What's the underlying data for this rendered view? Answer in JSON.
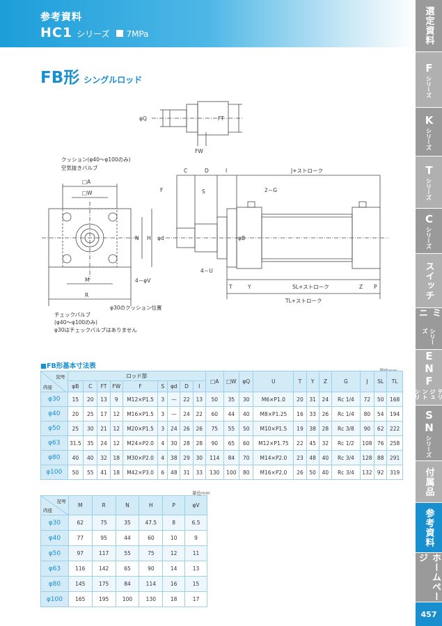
{
  "header": {
    "reference": "参考資料",
    "series": "HC1",
    "series_suffix": "シリーズ",
    "pressure": "7MPa"
  },
  "section": {
    "title": "FB形",
    "subtitle": "シングルロッド"
  },
  "drawing": {
    "top": {
      "q": "φQ",
      "ft": "FT",
      "fw": "FW"
    },
    "notes": {
      "cushion": "クッション(φ40～φ100のみ)",
      "air_bleed": "空気抜きバルブ",
      "check_valve": "チェックバルブ",
      "check_valve_range": "(φ40～φ100のみ)",
      "phi30_note": "φ30はチェックバルブはありません",
      "cushion_pos": "φ30のクッション位置"
    },
    "dims": {
      "a": "□A",
      "w": "□W",
      "n": "N",
      "h": "H",
      "m": "M",
      "r": "R",
      "v": "4－φV",
      "c": "C",
      "d": "D",
      "i": "I",
      "j": "J+ストローク",
      "f": "F",
      "s": "S",
      "g": "2－G",
      "phid": "φd",
      "phib": "φB",
      "u": "4－U",
      "t": "T",
      "y": "Y",
      "sl": "SL+ストローク",
      "z": "Z",
      "p": "P",
      "tl": "TL+ストローク"
    }
  },
  "table1": {
    "title": "■FB形基本寸法表",
    "unit": "単位mm",
    "corner_top": "記号",
    "corner_bottom": "内径",
    "rod_group": "ロッド部",
    "rod_headers": [
      "φB",
      "C",
      "FT",
      "FW",
      "F",
      "S",
      "φd",
      "D",
      "I"
    ],
    "other_headers": [
      "□A",
      "□W",
      "φQ",
      "U",
      "T",
      "Y",
      "Z",
      "G",
      "J",
      "SL",
      "TL"
    ],
    "rows": [
      {
        "bore": "φ30",
        "cells": [
          "15",
          "20",
          "13",
          "9",
          "M12×P1.5",
          "3",
          "—",
          "22",
          "13",
          "50",
          "35",
          "30",
          "M6×P1.0",
          "20",
          "31",
          "24",
          "Rc 1/4",
          "72",
          "50",
          "168"
        ]
      },
      {
        "bore": "φ40",
        "cells": [
          "20",
          "25",
          "17",
          "12",
          "M16×P1.5",
          "3",
          "—",
          "24",
          "22",
          "60",
          "44",
          "40",
          "M8×P1.25",
          "16",
          "33",
          "26",
          "Rc 1/4",
          "80",
          "54",
          "194"
        ]
      },
      {
        "bore": "φ50",
        "cells": [
          "25",
          "30",
          "21",
          "12",
          "M20×P1.5",
          "3",
          "24",
          "26",
          "26",
          "75",
          "55",
          "50",
          "M10×P1.5",
          "19",
          "38",
          "28",
          "Rc 3/8",
          "90",
          "62",
          "222"
        ]
      },
      {
        "bore": "φ63",
        "cells": [
          "31.5",
          "35",
          "24",
          "12",
          "M24×P2.0",
          "4",
          "30",
          "28",
          "28",
          "90",
          "65",
          "60",
          "M12×P1.75",
          "22",
          "45",
          "32",
          "Rc 1/2",
          "108",
          "76",
          "258"
        ]
      },
      {
        "bore": "φ80",
        "cells": [
          "40",
          "40",
          "32",
          "18",
          "M30×P2.0",
          "4",
          "38",
          "29",
          "30",
          "114",
          "84",
          "70",
          "M14×P2.0",
          "23",
          "48",
          "40",
          "Rc 3/4",
          "128",
          "88",
          "291"
        ]
      },
      {
        "bore": "φ100",
        "cells": [
          "50",
          "55",
          "41",
          "18",
          "M42×P3.0",
          "6",
          "48",
          "31",
          "33",
          "130",
          "100",
          "80",
          "M16×P2.0",
          "26",
          "50",
          "40",
          "Rc 3/4",
          "132",
          "92",
          "319"
        ]
      }
    ]
  },
  "table2": {
    "unit": "単位mm",
    "corner_top": "記号",
    "corner_bottom": "内径",
    "headers": [
      "M",
      "R",
      "N",
      "H",
      "P",
      "φV"
    ],
    "rows": [
      {
        "bore": "φ30",
        "cells": [
          "62",
          "75",
          "35",
          "47.5",
          "8",
          "6.5"
        ]
      },
      {
        "bore": "φ40",
        "cells": [
          "77",
          "95",
          "44",
          "60",
          "10",
          "9"
        ]
      },
      {
        "bore": "φ50",
        "cells": [
          "97",
          "117",
          "55",
          "75",
          "12",
          "11"
        ]
      },
      {
        "bore": "φ63",
        "cells": [
          "116",
          "142",
          "65",
          "90",
          "14",
          "13"
        ]
      },
      {
        "bore": "φ80",
        "cells": [
          "145",
          "175",
          "84",
          "114",
          "16",
          "15"
        ]
      },
      {
        "bore": "φ100",
        "cells": [
          "165",
          "195",
          "100",
          "130",
          "18",
          "17"
        ]
      }
    ]
  },
  "side_tabs": [
    {
      "main": "選定資料",
      "sub": "",
      "color": "#9a9a9a",
      "active": false
    },
    {
      "main": "F",
      "sub": "シリーズ",
      "color": "#b0b0b0",
      "active": false
    },
    {
      "main": "K",
      "sub": "シリーズ",
      "color": "#9a9a9a",
      "active": false
    },
    {
      "main": "T",
      "sub": "シリーズ",
      "color": "#b0b0b0",
      "active": false
    },
    {
      "main": "C",
      "sub": "シリーズ",
      "color": "#9a9a9a",
      "active": false
    },
    {
      "main": "スイッチ",
      "sub": "",
      "color": "#b0b0b0",
      "active": false
    },
    {
      "main": "ミニ",
      "sub": "シリーズ",
      "color": "#9a9a9a",
      "active": false
    },
    {
      "main": "ENF",
      "sub": "インテリジェントシリーズ",
      "color": "#b0b0b0",
      "active": false
    },
    {
      "main": "SN",
      "sub": "シリーズ",
      "color": "#9a9a9a",
      "active": false
    },
    {
      "main": "付属品",
      "sub": "",
      "color": "#b0b0b0",
      "active": false
    },
    {
      "main": "参考資料",
      "sub": "",
      "color": "#1a8fd0",
      "active": true
    },
    {
      "main": "ホームページ",
      "sub": "",
      "color": "#9a9a9a",
      "active": false
    }
  ],
  "page_number": "457"
}
